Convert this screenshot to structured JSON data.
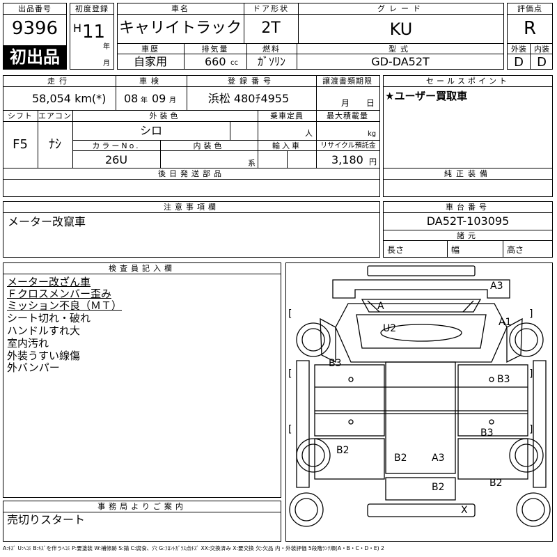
{
  "header": {
    "lot_no_label": "出品番号",
    "lot_no": "9396",
    "first_listing": "初出品",
    "first_reg_label": "初度登録",
    "era": "H",
    "year_num": "11",
    "year_unit": "年",
    "month_unit": "月",
    "car_name_label": "車名",
    "car_name": "キャリイトラック",
    "door_label": "ドア形状",
    "door": "2T",
    "grade_label": "グレード",
    "grade": "KU",
    "score_label": "評価点",
    "score": "R",
    "history_label": "車歴",
    "history": "自家用",
    "displacement_label": "排気量",
    "displacement": "660",
    "displacement_unit": "cc",
    "fuel_label": "燃料",
    "fuel": "ｶﾞｿﾘﾝ",
    "model_label": "型式",
    "model": "GD-DA52T",
    "ext_label": "外装",
    "int_label": "内装",
    "ext_grade": "D",
    "int_grade": "D"
  },
  "info": {
    "mileage_label": "走行",
    "mileage": "58,054 km(*)",
    "inspection_label": "車検",
    "insp_year": "08",
    "insp_year_unit": "年",
    "insp_month": "09",
    "insp_month_unit": "月",
    "reg_no_label": "登録番号",
    "reg_no": "浜松 480ﾁ4955",
    "transfer_label": "譲渡書類期限",
    "transfer_month": "月",
    "transfer_day": "日",
    "sales_label": "セールスポイント",
    "sales_text": "★ユーザー買取車",
    "shift_label": "シフト",
    "shift": "F5",
    "ac_label": "エアコン",
    "ac": "ﾅｼ",
    "ext_color_label": "外装色",
    "ext_color": "シロ",
    "capacity_label": "乗車定員",
    "capacity_unit": "人",
    "max_load_label": "最大積載量",
    "max_load_unit": "kg",
    "color_no_label": "カラーNo.",
    "color_no": "26U",
    "int_color_label": "内装色",
    "int_color_unit": "系",
    "import_label": "輸入車",
    "recycle_label": "リサイクル預託金",
    "recycle": "3,180",
    "recycle_unit": "円",
    "later_parts_label": "後日発送部品",
    "genuine_label": "純正装備"
  },
  "notes": {
    "caution_label": "注意事項欄",
    "caution_text": "メーター改竄車",
    "chassis_label": "車台番号",
    "chassis": "DA52T-103095",
    "specs_label": "諸元",
    "length_label": "長さ",
    "width_label": "幅",
    "height_label": "高さ"
  },
  "inspector": {
    "label": "検査員記入欄",
    "lines": [
      "メーター改ざん車",
      "Ｆクロスメンバー歪み",
      "ミッション不良（ＭＴ）",
      "シート切れ・破れ",
      "ハンドルすれ大",
      "室内汚れ",
      "外装うすい線傷",
      "外バンパー"
    ]
  },
  "office": {
    "label": "事務局よりご案内",
    "text": "売切りスタート"
  },
  "diagram": {
    "marks": [
      "A3",
      "A",
      "A1",
      "U2",
      "B3",
      "B3",
      "B3",
      "B2",
      "B2",
      "A3",
      "B2",
      "B2",
      "X"
    ],
    "brackets": [
      "[",
      "]",
      "[",
      "]",
      "[",
      "]"
    ]
  },
  "legend": "A:ｷｽﾞ U:ﾍｺﾐ B:ｷｽﾞを伴うﾍｺﾐ P:要塗装 W:補修跡 S:錆 C:腐食、穴 G:ﾌﾛﾝﾄｶﾞﾗｽ点ｷｽﾞ XX:交換済み X:要交換 欠:欠品 内・外装評価 5段階ﾗﾝｸ順(A・B・C・D・E) 2"
}
